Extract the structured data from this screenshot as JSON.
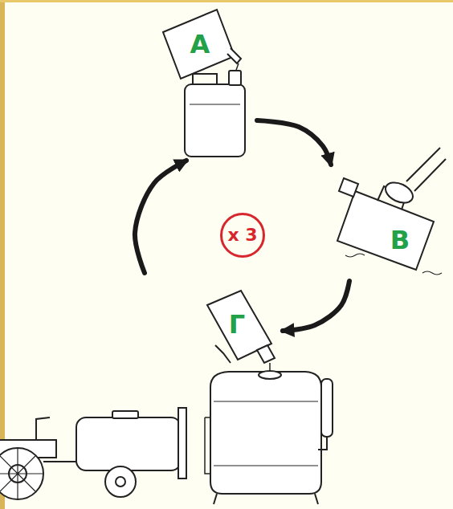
{
  "diagram": {
    "nodes": [
      {
        "text": [
          "А"
        ]
      },
      {
        "text": [
          "В"
        ]
      },
      {
        "text": [
          "Г"
        ]
      },
      {
        "text": [
          "x 3"
        ]
      }
    ],
    "edges": [
      {
        "from": 0,
        "to": 1,
        "arrow": "to"
      },
      {
        "from": 1,
        "to": 2,
        "arrow": "to"
      },
      {
        "from": 2,
        "to": 0,
        "arrow": "to"
      }
    ]
  }
}
